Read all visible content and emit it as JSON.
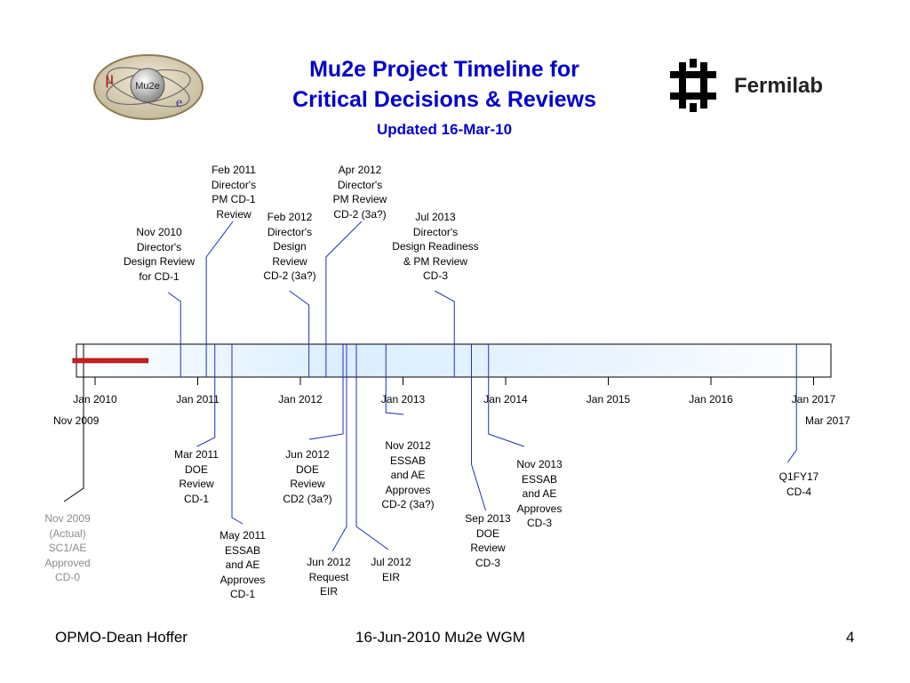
{
  "title_line1": "Mu2e Project Timeline for",
  "title_line2": "Critical Decisions & Reviews",
  "subtitle": "Updated 16-Mar-10",
  "logos": {
    "mu2e": {
      "text": "Mu2e",
      "mu_symbol": "μ",
      "e_symbol": "e"
    },
    "fermilab": {
      "text": "Fermilab"
    }
  },
  "axis": {
    "start_label": "Nov 2009",
    "end_label": "Mar 2017",
    "ticks": [
      "Jan 2010",
      "Jan 2011",
      "Jan 2012",
      "Jan 2013",
      "Jan 2014",
      "Jan 2015",
      "Jan 2016",
      "Jan 2017"
    ],
    "progress_marker": {
      "from": "Nov 2009",
      "to": "Jul 2010",
      "color": "#cc1f1f"
    }
  },
  "events_above": [
    {
      "date": "Nov 2010",
      "text": "Nov 2010\nDirector's\nDesign Review\nfor CD-1"
    },
    {
      "date": "Feb 2011",
      "text": "Feb 2011\nDirector's\nPM CD-1\nReview"
    },
    {
      "date": "Feb 2012",
      "text": "Feb 2012\nDirector's\nDesign\nReview\nCD-2 (3a?)"
    },
    {
      "date": "Apr 2012",
      "text": "Apr 2012\nDirector's\nPM Review\nCD-2 (3a?)"
    },
    {
      "date": "Jul 2013",
      "text": "Jul 2013\nDirector's\nDesign Readiness\n& PM Review\nCD-3"
    }
  ],
  "events_below": [
    {
      "date": "Nov 2009",
      "text": "Nov 2009\n(Actual)\nSC1/AE\nApproved\nCD-0",
      "muted": true
    },
    {
      "date": "Mar 2011",
      "text": "Mar 2011\nDOE\nReview\nCD-1"
    },
    {
      "date": "May 2011",
      "text": "May 2011\nESSAB\nand AE\nApproves\nCD-1"
    },
    {
      "date": "Jun 2012",
      "text": "Jun 2012\nDOE\nReview\nCD2 (3a?)"
    },
    {
      "date": "Jun 2012",
      "text": "Jun 2012\nRequest\nEIR"
    },
    {
      "date": "Jul 2012",
      "text": "Jul 2012\nEIR"
    },
    {
      "date": "Nov 2012",
      "text": "Nov 2012\nESSAB\nand AE\nApproves\nCD-2 (3a?)"
    },
    {
      "date": "Sep 2013",
      "text": "Sep 2013\nDOE\nReview\nCD-3"
    },
    {
      "date": "Nov 2013",
      "text": "Nov 2013\nESSAB\nand AE\nApproves\nCD-3"
    },
    {
      "date": "Q1FY17",
      "text": "Q1FY17\nCD-4"
    }
  ],
  "colors": {
    "title": "#0000cc",
    "leader": "#1f2fbf",
    "bar_light": "#dbeeff",
    "muted_text": "#8c8c8c"
  },
  "footer": {
    "left": "OPMO-Dean Hoffer",
    "center": "16-Jun-2010 Mu2e WGM",
    "right": "4"
  }
}
